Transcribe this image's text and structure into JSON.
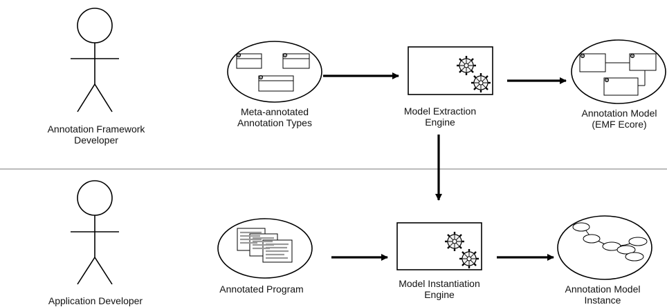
{
  "actors": {
    "framework_developer": {
      "line1": "Annotation Framework",
      "line2": "Developer"
    },
    "application_developer": {
      "line1": "Application Developer"
    }
  },
  "nodes": {
    "meta_annotated_types": {
      "line1": "Meta-annotated",
      "line2": "Annotation Types"
    },
    "model_extraction_engine": {
      "line1": "Model Extraction",
      "line2": "Engine"
    },
    "annotation_model": {
      "line1": "Annotation Model",
      "line2": "(EMF Ecore)"
    },
    "annotated_program": {
      "line1": "Annotated Program"
    },
    "model_instantiation_engine": {
      "line1": "Model Instantiation",
      "line2": "Engine"
    },
    "annotation_model_instance": {
      "line1": "Annotation Model",
      "line2": "Instance"
    }
  },
  "annotation_marker": "@",
  "colors": {
    "stroke": "#000000",
    "separator": "#bbbbbb",
    "document_lines": "#9a9a9a",
    "text": "#111111"
  }
}
